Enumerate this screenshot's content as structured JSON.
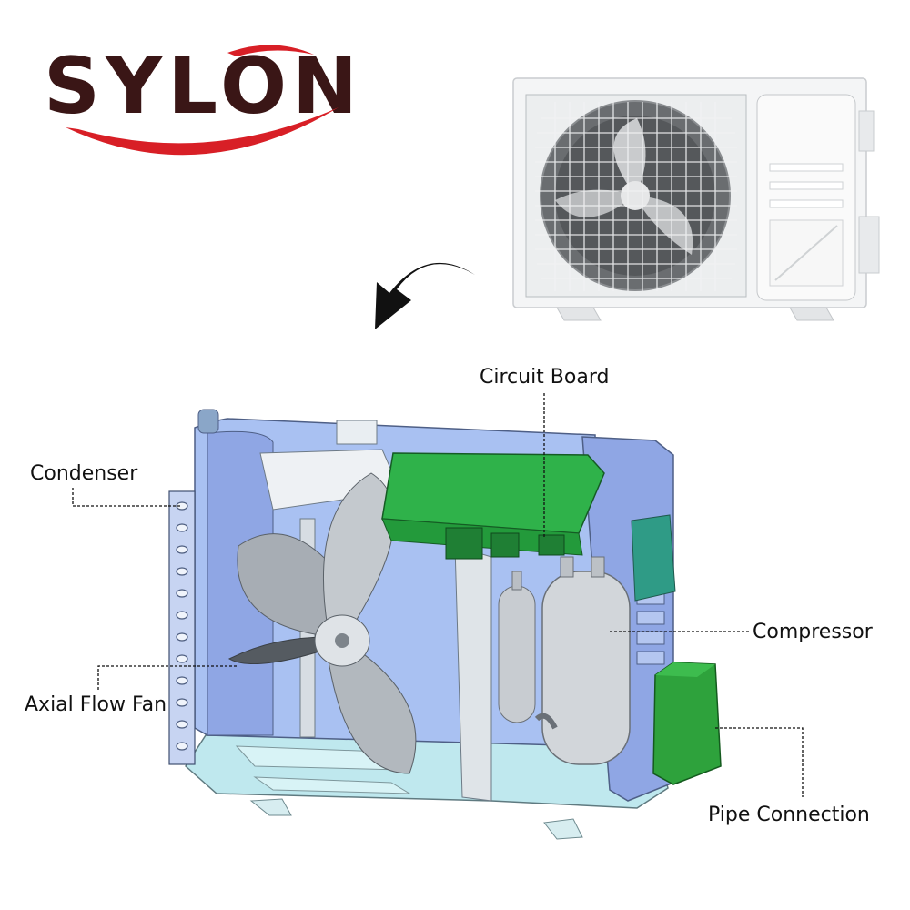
{
  "brand": {
    "name": "SYLON"
  },
  "labels": {
    "circuit_board": "Circuit Board",
    "condenser": "Condenser",
    "compressor": "Compressor",
    "axial_flow_fan": "Axial Flow Fan",
    "pipe_connection": "Pipe Connection"
  },
  "colors": {
    "brand_text": "#3a1616",
    "brand_swoosh": "#d81f26",
    "cabinet_blue": "#8fa6e4",
    "pcb_green": "#2fb24a",
    "pipe_box_green": "#2ea23c"
  }
}
